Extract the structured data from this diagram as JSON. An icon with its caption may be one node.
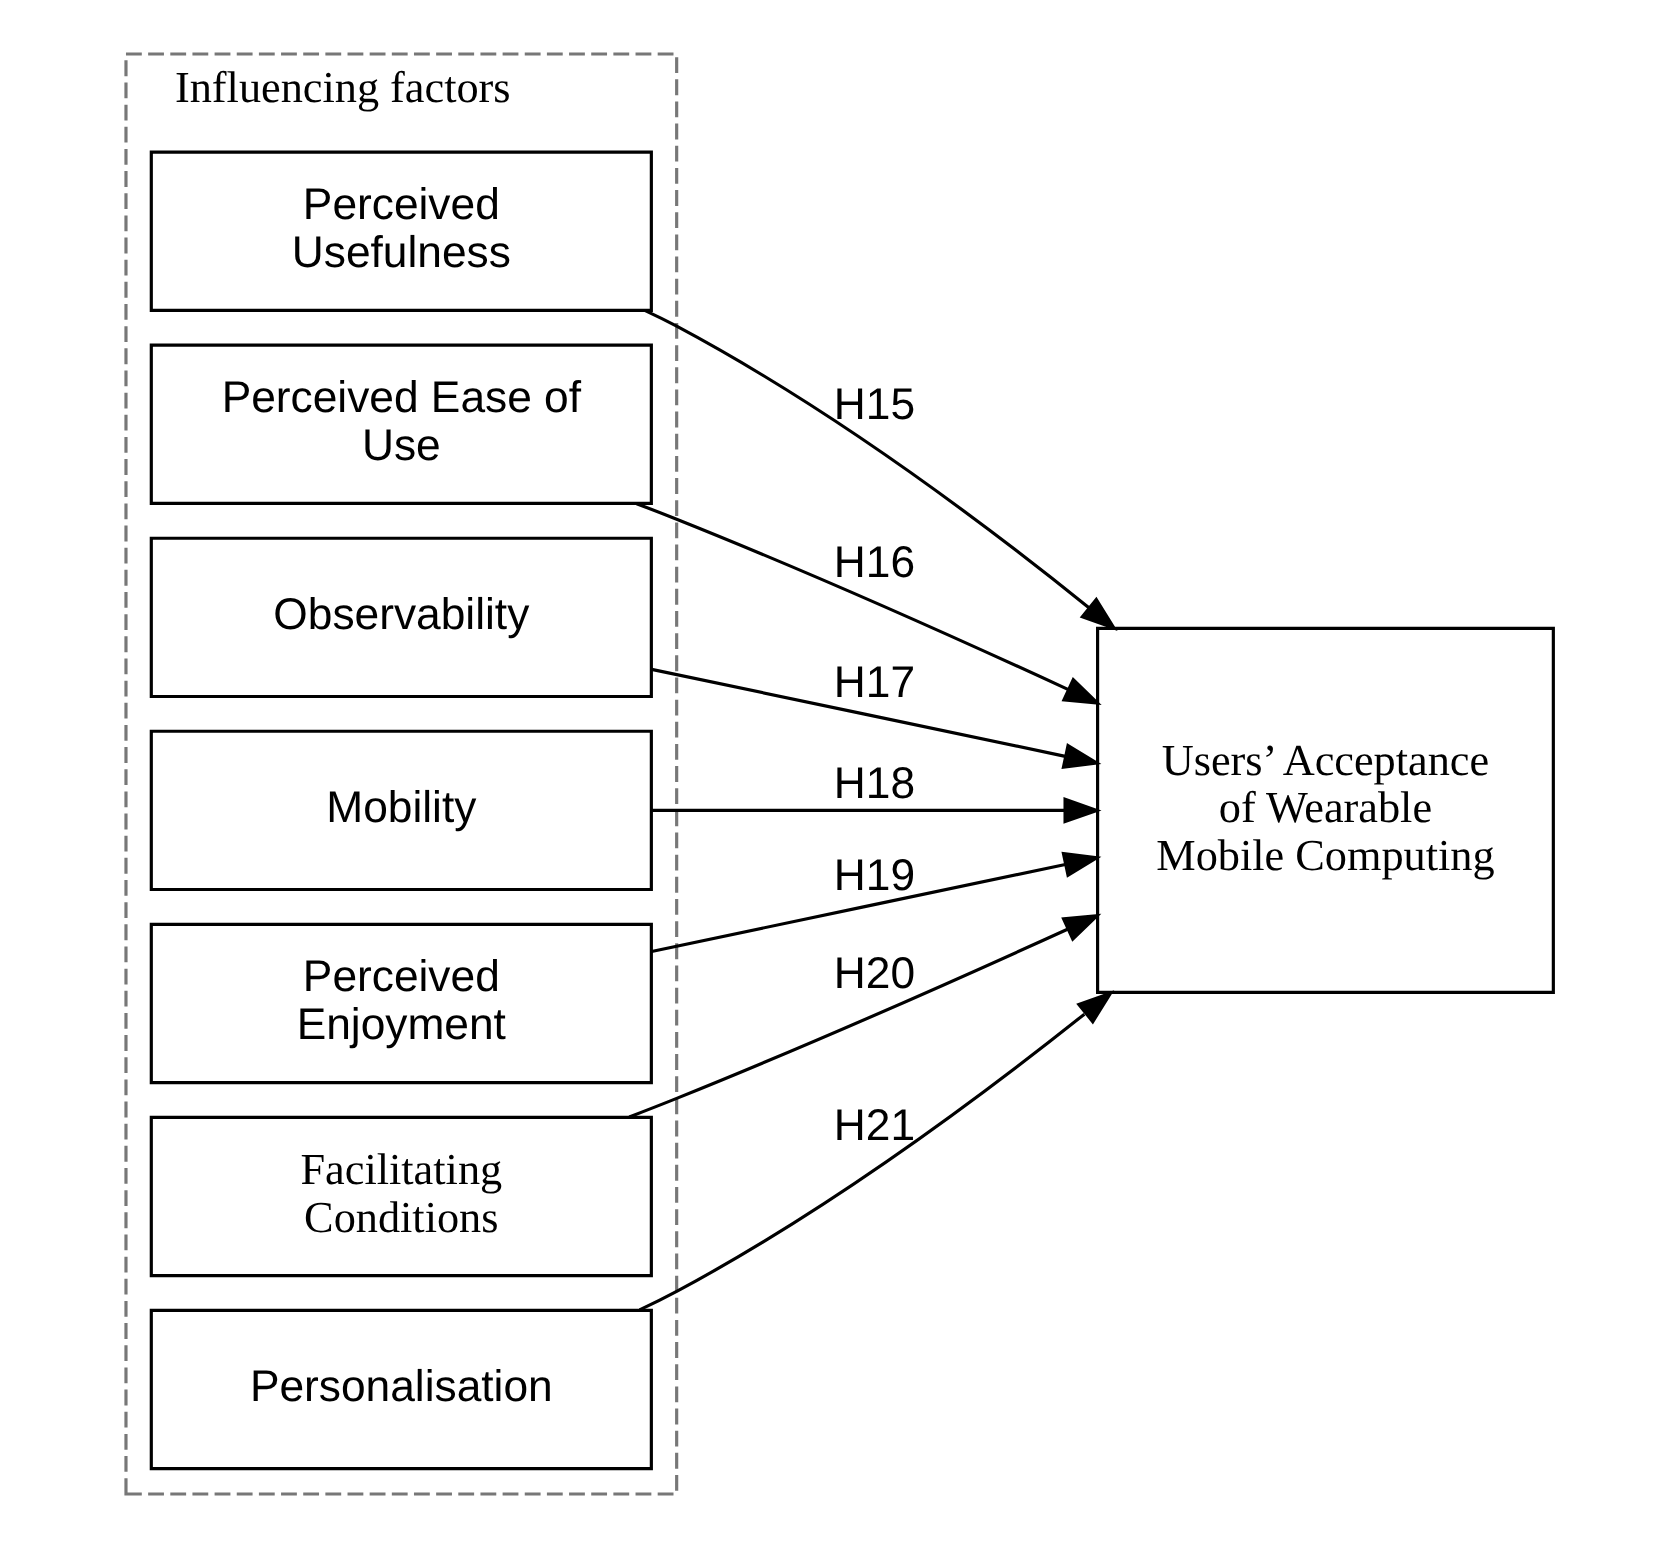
{
  "diagram": {
    "nodes": [
      {
        "text": [
          "Influencing factors"
        ]
      },
      {
        "text": [
          "Perceived Usefulness"
        ],
        "in": 0
      },
      {
        "text": [
          "Perceived Ease of Use"
        ],
        "in": 0
      },
      {
        "text": [
          "Observability"
        ],
        "in": 0
      },
      {
        "text": [
          "Mobility"
        ],
        "in": 0
      },
      {
        "text": [
          "Perceived Enjoyment"
        ],
        "in": 0
      },
      {
        "text": [
          "Facilitating Conditions"
        ],
        "in": 0
      },
      {
        "text": [
          "Personalisation"
        ],
        "in": 0
      },
      {
        "text": [
          "Users’ Acceptance of Wearable Mobile Computing"
        ]
      }
    ],
    "edges": [
      {
        "from": 1,
        "to": 8,
        "arrow": "to",
        "label": "H15"
      },
      {
        "from": 2,
        "to": 8,
        "arrow": "to",
        "label": "H16"
      },
      {
        "from": 3,
        "to": 8,
        "arrow": "to",
        "label": "H17"
      },
      {
        "from": 4,
        "to": 8,
        "arrow": "to",
        "label": "H18"
      },
      {
        "from": 5,
        "to": 8,
        "arrow": "to",
        "label": "H19"
      },
      {
        "from": 6,
        "to": 8,
        "arrow": "to",
        "label": "H20"
      },
      {
        "from": 7,
        "to": 8,
        "arrow": "to",
        "label": "H21"
      }
    ]
  }
}
